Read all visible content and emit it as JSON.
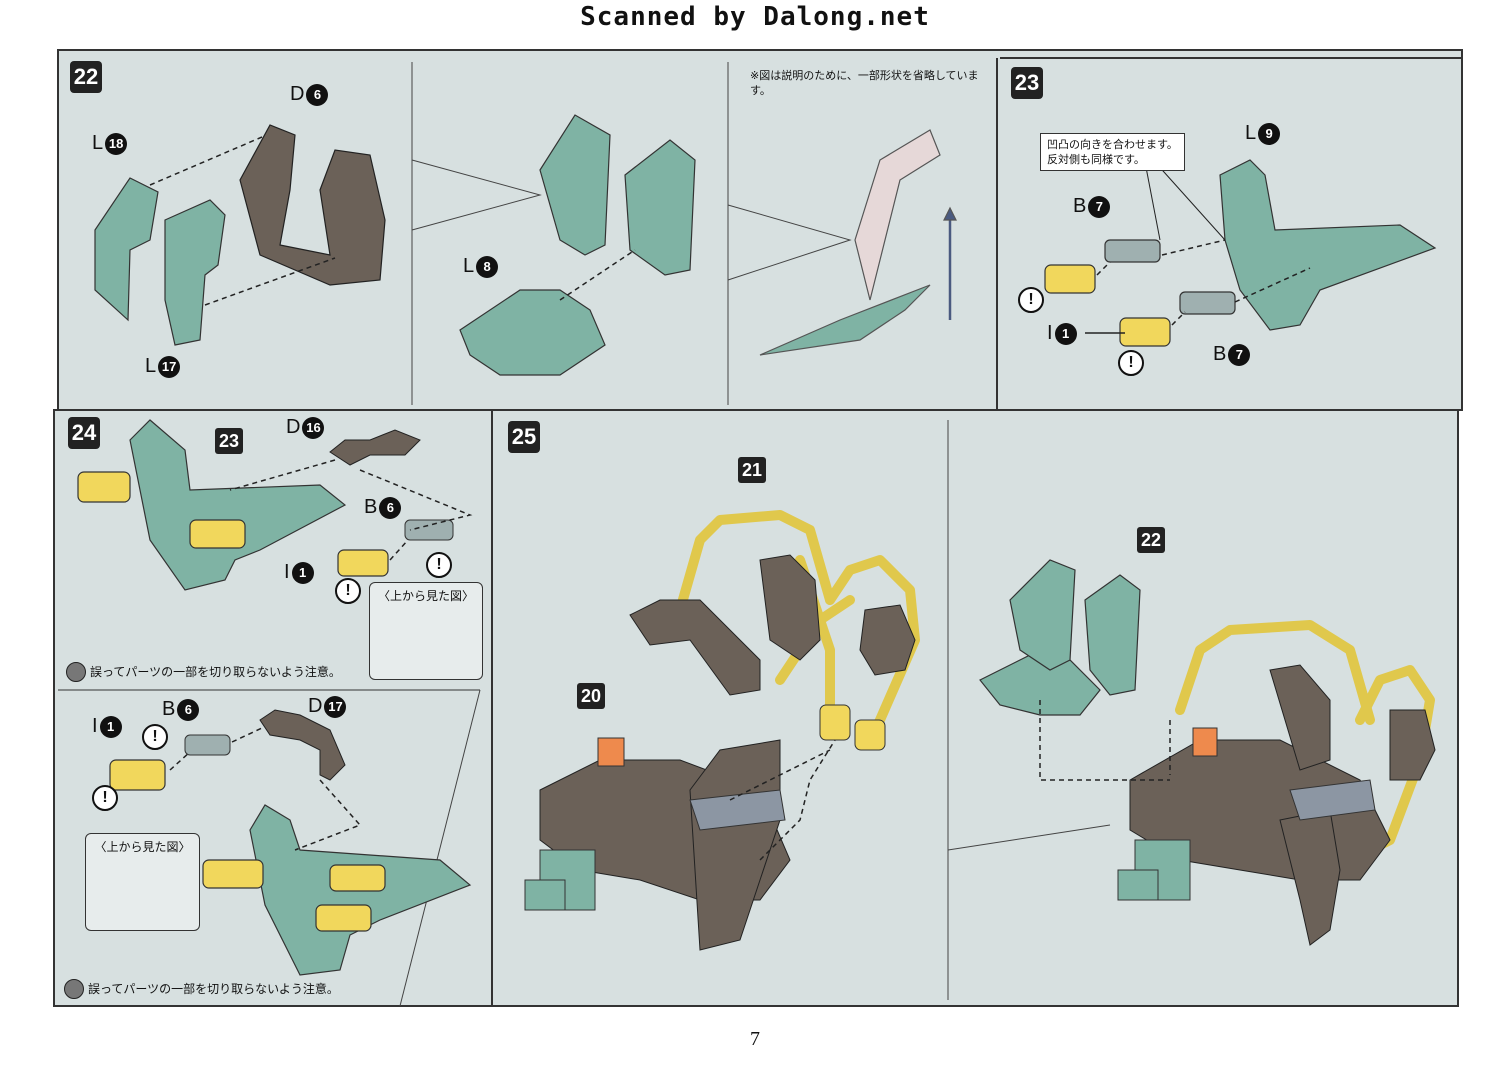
{
  "header": "Scanned by Dalong.net",
  "page_number": "7",
  "colors": {
    "panel": "#d7e0e0",
    "green": "#7fb3a4",
    "brown": "#6b6158",
    "yellow": "#f1d75c",
    "orange": "#ee8a4d",
    "gray": "#8c96a3"
  },
  "steps": {
    "s22": "22",
    "s23": "23",
    "s24": "24",
    "s25": "25"
  },
  "step22": {
    "labels": [
      {
        "letter": "D",
        "num": "6"
      },
      {
        "letter": "L",
        "num": "18"
      },
      {
        "letter": "L",
        "num": "17"
      },
      {
        "letter": "L",
        "num": "8"
      }
    ],
    "note": "※図は説明のために、一部形状を省略しています。"
  },
  "step23": {
    "note_line1": "凹凸の向きを合わせます。",
    "note_line2": "反対側も同様です。",
    "labels": [
      {
        "letter": "L",
        "num": "9"
      },
      {
        "letter": "B",
        "num": "7"
      },
      {
        "letter": "I",
        "num": "1"
      },
      {
        "letter": "B",
        "num": "7"
      }
    ]
  },
  "step24": {
    "callout": "23",
    "labels": [
      {
        "letter": "D",
        "num": "16"
      },
      {
        "letter": "B",
        "num": "6"
      },
      {
        "letter": "I",
        "num": "1"
      },
      {
        "letter": "I",
        "num": "1"
      },
      {
        "letter": "B",
        "num": "6"
      },
      {
        "letter": "D",
        "num": "17"
      }
    ],
    "topview": "〈上から見た図〉",
    "caution": "誤ってパーツの一部を切り取らないよう注意。",
    "warn": "!"
  },
  "step25": {
    "callouts": [
      "21",
      "20",
      "22"
    ]
  },
  "icons": [
    "warning-icon",
    "nipper-caution-icon",
    "arrow-up-icon"
  ]
}
